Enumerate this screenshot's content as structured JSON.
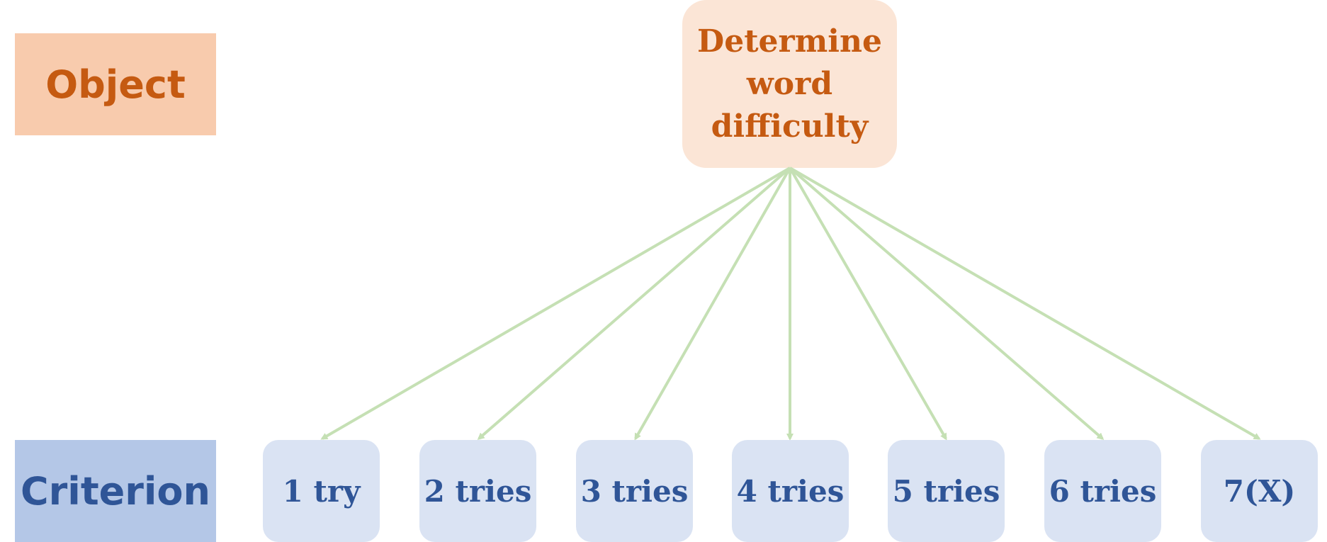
{
  "labels": {
    "object": "Object",
    "criterion": "Criterion"
  },
  "goal": {
    "lines": [
      "Determine",
      "word",
      "difficulty"
    ]
  },
  "criteria": [
    "1 try",
    "2 tries",
    "3 tries",
    "4 tries",
    "5 tries",
    "6 tries",
    "7(X)"
  ],
  "colors": {
    "object_fill": "#f8cbad",
    "object_text": "#c55a11",
    "goal_fill": "#fbe5d6",
    "criterion_fill": "#b4c7e7",
    "criterion_text": "#2f5597",
    "criterion_box_fill": "#dae3f3",
    "arrow": "#c5e0b4"
  }
}
